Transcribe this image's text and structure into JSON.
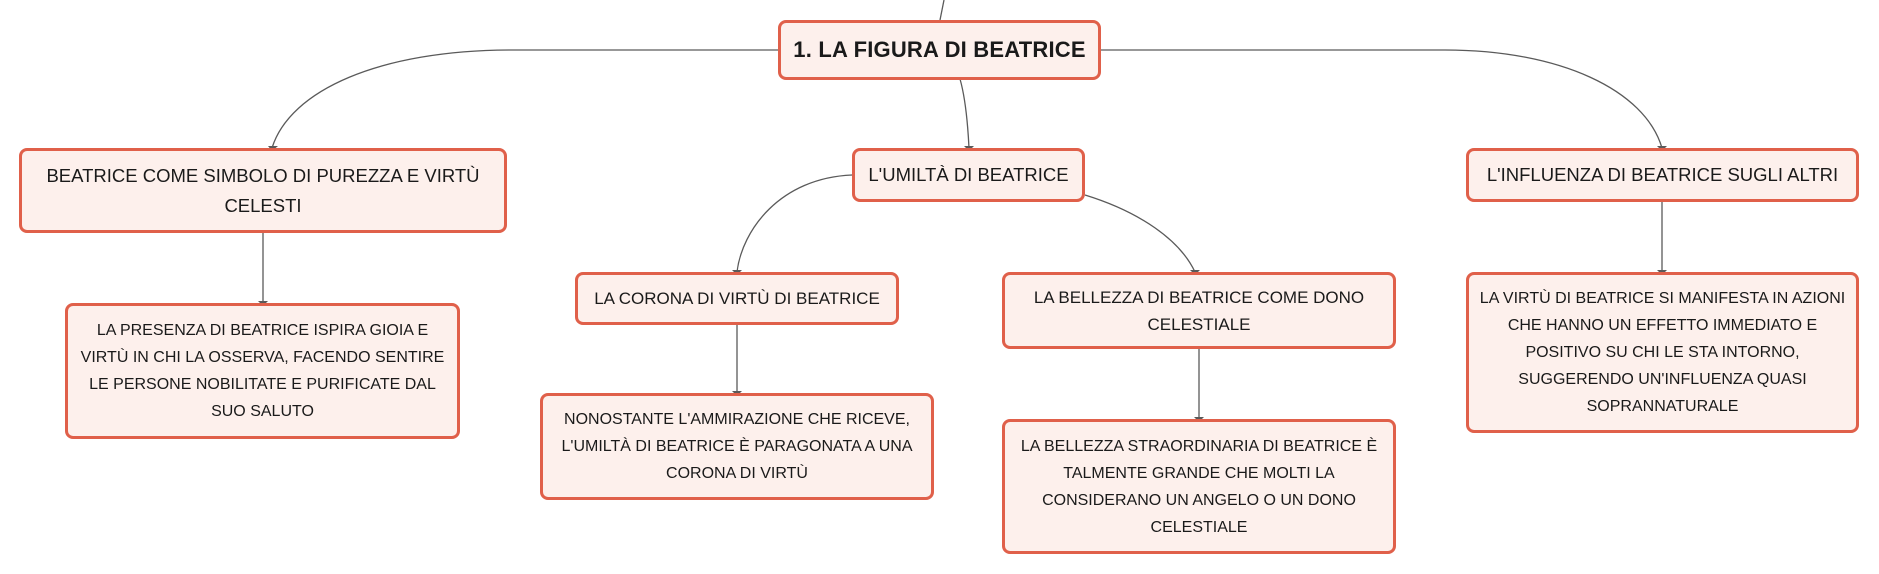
{
  "colors": {
    "node_fill": "#fdf0ec",
    "node_border": "#e0604a",
    "connector": "#5a5a5a",
    "text": "#1a1a1a"
  },
  "mindmap": {
    "central": {
      "label": "1. LA FIGURA DI BEATRICE"
    },
    "branches": [
      {
        "label": "BEATRICE COME SIMBOLO DI PUREZZA E VIRTÙ CELESTI",
        "children": [
          {
            "label": "LA PRESENZA DI BEATRICE ISPIRA GIOIA E VIRTÙ IN CHI LA OSSERVA, FACENDO SENTIRE LE PERSONE NOBILITATE E PURIFICATE DAL SUO SALUTO"
          }
        ]
      },
      {
        "label": "L'UMILTÀ DI BEATRICE",
        "children": [
          {
            "label": "LA CORONA DI VIRTÙ DI BEATRICE",
            "children": [
              {
                "label": "NONOSTANTE L'AMMIRAZIONE CHE RICEVE, L'UMILTÀ DI BEATRICE È PARAGONATA A UNA CORONA DI VIRTÙ"
              }
            ]
          },
          {
            "label": "LA BELLEZZA DI BEATRICE COME DONO CELESTIALE",
            "children": [
              {
                "label": "LA BELLEZZA STRAORDINARIA DI BEATRICE È TALMENTE GRANDE CHE MOLTI LA CONSIDERANO UN ANGELO O UN DONO CELESTIALE"
              }
            ]
          }
        ]
      },
      {
        "label": "L'INFLUENZA DI BEATRICE SUGLI ALTRI",
        "children": [
          {
            "label": "LA VIRTÙ DI BEATRICE SI MANIFESTA IN AZIONI CHE HANNO UN EFFETTO IMMEDIATO E POSITIVO SU CHI LE STA INTORNO, SUGGERENDO UN'INFLUENZA QUASI SOPRANNATURALE"
          }
        ]
      }
    ]
  }
}
